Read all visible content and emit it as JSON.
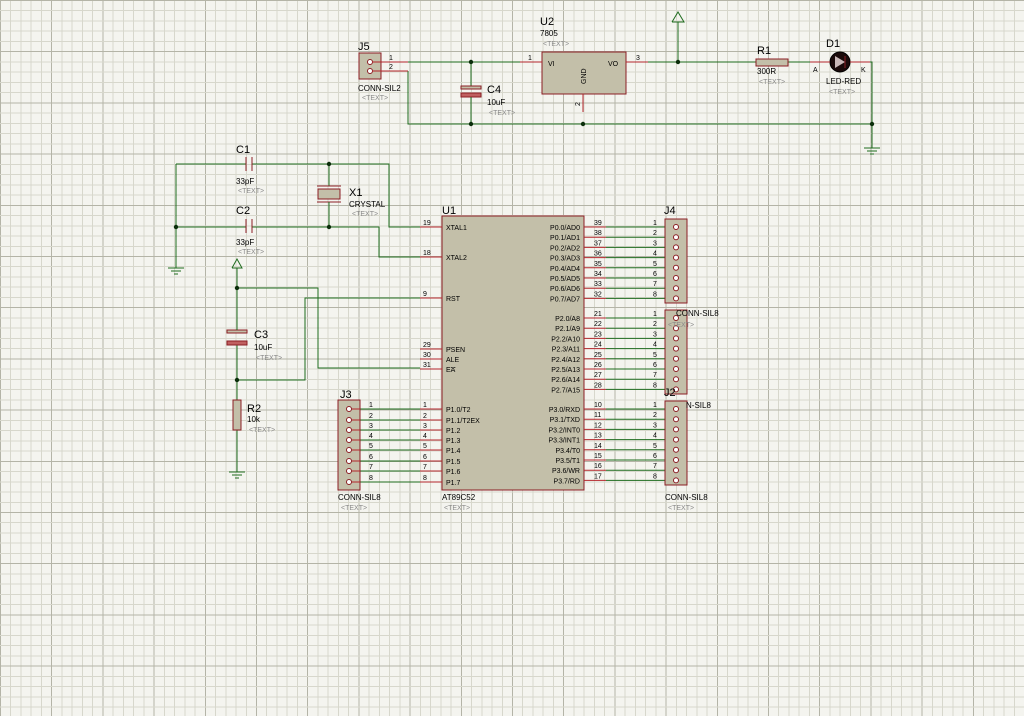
{
  "colors": {
    "sheet": "#f4f4ef",
    "grid_minor": "#d7d7cc",
    "grid_major": "#b4b4a7",
    "wire": "#1e6b1e",
    "component_body": "#c3bfa9",
    "component_outline": "#8b1e24",
    "pin_line": "#b4262c",
    "junction": "#0b2e0b",
    "placeholder_text": "#8a8a8a"
  },
  "placeholder": "<TEXT>",
  "u2": {
    "ref": "U2",
    "value": "7805",
    "vi": "VI",
    "vo": "VO",
    "gnd": "GND",
    "pins": [
      "1",
      "2",
      "3"
    ]
  },
  "j5": {
    "ref": "J5",
    "value": "CONN-SIL2",
    "pins": [
      "1",
      "2"
    ]
  },
  "c4": {
    "ref": "C4",
    "value": "10uF"
  },
  "r1": {
    "ref": "R1",
    "value": "300R"
  },
  "d1": {
    "ref": "D1",
    "value": "LED-RED",
    "anode": "A",
    "cathode": "K"
  },
  "c1": {
    "ref": "C1",
    "value": "33pF"
  },
  "c2": {
    "ref": "C2",
    "value": "33pF"
  },
  "x1": {
    "ref": "X1",
    "value": "CRYSTAL"
  },
  "c3": {
    "ref": "C3",
    "value": "10uF"
  },
  "r2": {
    "ref": "R2",
    "value": "10k"
  },
  "u1": {
    "ref": "U1",
    "value": "AT89C52",
    "left_pins": [
      {
        "num": "19",
        "label": "XTAL1"
      },
      {
        "num": "18",
        "label": "XTAL2"
      },
      {
        "num": "9",
        "label": "RST"
      },
      {
        "num": "29",
        "label": "PSEN"
      },
      {
        "num": "30",
        "label": "ALE"
      },
      {
        "num": "31",
        "label": "EA"
      },
      {
        "num": "1",
        "label": "P1.0/T2"
      },
      {
        "num": "2",
        "label": "P1.1/T2EX"
      },
      {
        "num": "3",
        "label": "P1.2"
      },
      {
        "num": "4",
        "label": "P1.3"
      },
      {
        "num": "5",
        "label": "P1.4"
      },
      {
        "num": "6",
        "label": "P1.5"
      },
      {
        "num": "7",
        "label": "P1.6"
      },
      {
        "num": "8",
        "label": "P1.7"
      }
    ],
    "right_pins": [
      {
        "num": "39",
        "label": "P0.0/AD0"
      },
      {
        "num": "38",
        "label": "P0.1/AD1"
      },
      {
        "num": "37",
        "label": "P0.2/AD2"
      },
      {
        "num": "36",
        "label": "P0.3/AD3"
      },
      {
        "num": "35",
        "label": "P0.4/AD4"
      },
      {
        "num": "34",
        "label": "P0.5/AD5"
      },
      {
        "num": "33",
        "label": "P0.6/AD6"
      },
      {
        "num": "32",
        "label": "P0.7/AD7"
      },
      {
        "num": "21",
        "label": "P2.0/A8"
      },
      {
        "num": "22",
        "label": "P2.1/A9"
      },
      {
        "num": "23",
        "label": "P2.2/A10"
      },
      {
        "num": "24",
        "label": "P2.3/A11"
      },
      {
        "num": "25",
        "label": "P2.4/A12"
      },
      {
        "num": "26",
        "label": "P2.5/A13"
      },
      {
        "num": "27",
        "label": "P2.6/A14"
      },
      {
        "num": "28",
        "label": "P2.7/A15"
      },
      {
        "num": "10",
        "label": "P3.0/RXD"
      },
      {
        "num": "11",
        "label": "P3.1/TXD"
      },
      {
        "num": "12",
        "label": "P3.2/INT0"
      },
      {
        "num": "13",
        "label": "P3.3/INT1"
      },
      {
        "num": "14",
        "label": "P3.4/T0"
      },
      {
        "num": "15",
        "label": "P3.5/T1"
      },
      {
        "num": "16",
        "label": "P3.6/WR"
      },
      {
        "num": "17",
        "label": "P3.7/RD"
      }
    ]
  },
  "j4": {
    "ref": "J4",
    "value": "CONN-SIL8",
    "pins": [
      "1",
      "2",
      "3",
      "4",
      "5",
      "6",
      "7",
      "8"
    ]
  },
  "j1": {
    "ref": "",
    "value": "CONN-SIL8",
    "pins": [
      "1",
      "2",
      "3",
      "4",
      "5",
      "6",
      "7",
      "8"
    ]
  },
  "j2": {
    "ref": "J2",
    "value": "N-SIL8",
    "pins": [
      "1",
      "2",
      "3",
      "4",
      "5",
      "6",
      "7",
      "8"
    ]
  },
  "j3": {
    "ref": "J3",
    "value": "CONN-SIL8",
    "pins": [
      "1",
      "2",
      "3",
      "4",
      "5",
      "6",
      "7",
      "8"
    ]
  },
  "j2_footer": {
    "value": "CONN-SIL8"
  }
}
